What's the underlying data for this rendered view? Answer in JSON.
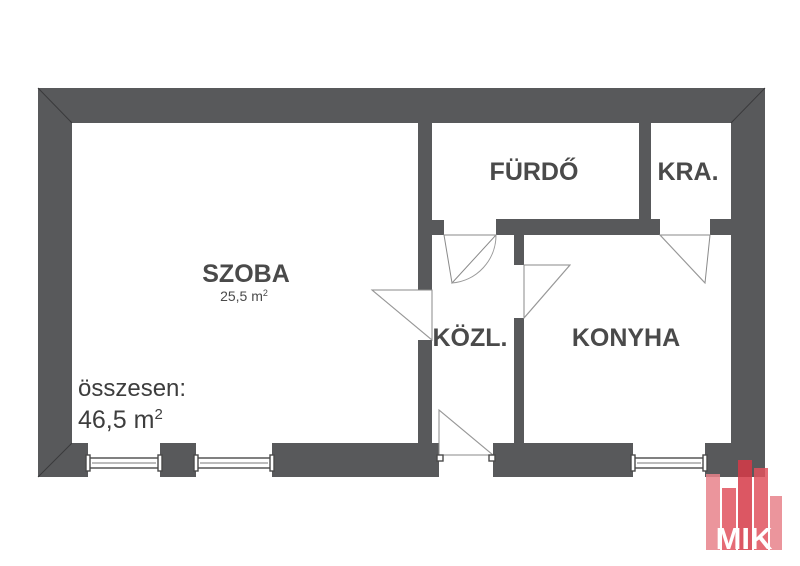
{
  "rooms": {
    "szoba": {
      "name": "SZOBA",
      "area_value": "25,5 m",
      "area_exp": "2"
    },
    "furdo": {
      "name": "FÜRDŐ"
    },
    "kamra": {
      "name": "KRA."
    },
    "kozlekedo": {
      "name": "KÖZL."
    },
    "konyha": {
      "name": "KONYHA"
    }
  },
  "total": {
    "label": "összesen:",
    "value": "46,5 m",
    "exp": "2"
  },
  "logo": {
    "text": "MIK",
    "color": "#e0525e"
  },
  "colors": {
    "wall": "#58595b",
    "floor": "#ffffff",
    "label": "#4a4a4a"
  }
}
